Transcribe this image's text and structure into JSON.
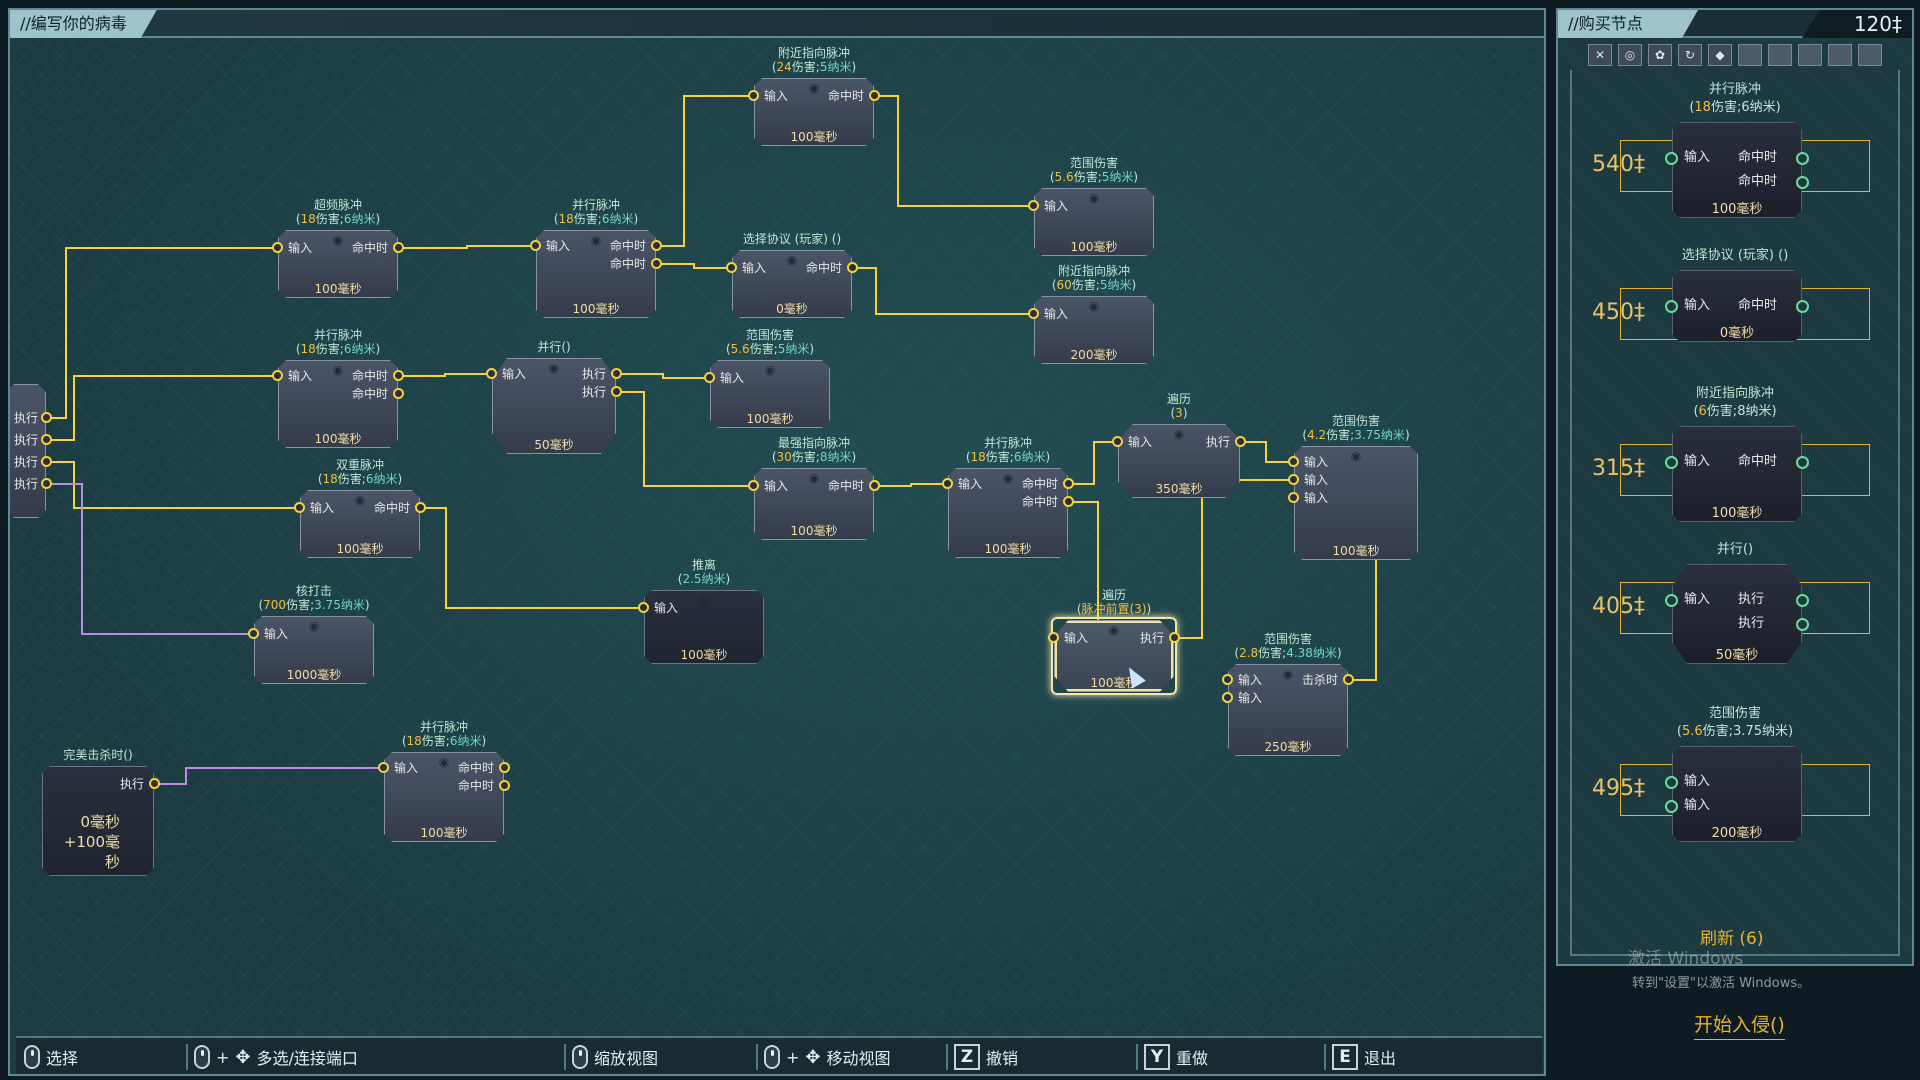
{
  "editor": {
    "title": "//编写你的病毒",
    "nodes": [
      {
        "id": "n1",
        "title1": "附近指向脉冲",
        "title2": [
          "(",
          "24",
          "伤害;",
          "5纳米",
          ")"
        ],
        "ports_left": [
          "输入"
        ],
        "ports_right": [
          "命中时"
        ],
        "timer": "100毫秒"
      },
      {
        "id": "n2",
        "title1": "范围伤害",
        "title2": [
          "(",
          "5.6",
          "伤害;",
          "5纳米",
          ")"
        ],
        "ports_left": [
          "输入"
        ],
        "ports_right": [],
        "timer": "100毫秒"
      },
      {
        "id": "n3",
        "title1": "超频脉冲",
        "title2": [
          "(",
          "18",
          "伤害;",
          "6纳米",
          ")"
        ],
        "ports_left": [
          "输入"
        ],
        "ports_right": [
          "命中时"
        ],
        "timer": "100毫秒"
      },
      {
        "id": "n4",
        "title1": "并行脉冲",
        "title2": [
          "(",
          "18",
          "伤害;",
          "6纳米",
          ")"
        ],
        "ports_left": [
          "输入"
        ],
        "ports_right": [
          "命中时",
          "命中时"
        ],
        "timer": "100毫秒"
      },
      {
        "id": "n5",
        "title1": "选择协议 (玩家) ()",
        "title2": null,
        "ports_left": [
          "输入"
        ],
        "ports_right": [
          "命中时"
        ],
        "timer": "0毫秒"
      },
      {
        "id": "n6",
        "title1": "附近指向脉冲",
        "title2": [
          "(",
          "60",
          "伤害;",
          "5纳米",
          ")"
        ],
        "ports_left": [
          "输入"
        ],
        "ports_right": [],
        "timer": "200毫秒"
      },
      {
        "id": "n7",
        "title1": "并行脉冲",
        "title2": [
          "(",
          "18",
          "伤害;",
          "6纳米",
          ")"
        ],
        "ports_left": [
          "输入"
        ],
        "ports_right": [
          "命中时",
          "命中时"
        ],
        "timer": "100毫秒"
      },
      {
        "id": "n8",
        "title1": "并行()",
        "title2": null,
        "ports_left": [
          "输入"
        ],
        "ports_right": [
          "执行",
          "执行"
        ],
        "timer": "50毫秒"
      },
      {
        "id": "n9",
        "title1": "范围伤害",
        "title2": [
          "(",
          "5.6",
          "伤害;",
          "5纳米",
          ")"
        ],
        "ports_left": [
          "输入"
        ],
        "ports_right": [],
        "timer": "100毫秒"
      },
      {
        "id": "n10",
        "title1": "双重脉冲",
        "title2": [
          "(",
          "18",
          "伤害;",
          "6纳米",
          ")"
        ],
        "ports_left": [
          "输入"
        ],
        "ports_right": [
          "命中时"
        ],
        "timer": "100毫秒"
      },
      {
        "id": "n11",
        "title1": "最强指向脉冲",
        "title2": [
          "(",
          "30",
          "伤害;",
          "8纳米",
          ")"
        ],
        "ports_left": [
          "输入"
        ],
        "ports_right": [
          "命中时"
        ],
        "timer": "100毫秒"
      },
      {
        "id": "n12",
        "title1": "并行脉冲",
        "title2": [
          "(",
          "18",
          "伤害;",
          "6纳米",
          ")"
        ],
        "ports_left": [
          "输入"
        ],
        "ports_right": [
          "命中时",
          "命中时"
        ],
        "timer": "100毫秒"
      },
      {
        "id": "n13",
        "title1": "遍历",
        "title2": [
          "(",
          "3",
          ")"
        ],
        "ports_left": [
          "输入"
        ],
        "ports_right": [
          "执行"
        ],
        "timer": "350毫秒"
      },
      {
        "id": "n14",
        "title1": "范围伤害",
        "title2": [
          "(",
          "4.2",
          "伤害;",
          "3.75纳米",
          ")"
        ],
        "ports_left": [
          "输入",
          "输入",
          "输入"
        ],
        "ports_right": [],
        "timer": "100毫秒"
      },
      {
        "id": "n15",
        "title1": "推离",
        "title2": [
          "(",
          "",
          "",
          "2.5纳米",
          ")"
        ],
        "ports_left": [
          "输入"
        ],
        "ports_right": [],
        "timer": "100毫秒"
      },
      {
        "id": "n16",
        "title1": "核打击",
        "title2": [
          "(",
          "700",
          "伤害;",
          "3.75纳米",
          ")"
        ],
        "ports_left": [
          "输入"
        ],
        "ports_right": [],
        "timer": "1000毫秒"
      },
      {
        "id": "n17",
        "title1": "遍历",
        "title2": [
          "(",
          "脉冲前置(3)",
          ")"
        ],
        "ports_left": [
          "输入"
        ],
        "ports_right": [
          "执行"
        ],
        "timer": "100毫秒"
      },
      {
        "id": "n18",
        "title1": "范围伤害",
        "title2": [
          "(",
          "2.8",
          "伤害;",
          "4.38纳米",
          ")"
        ],
        "ports_left": [
          "输入",
          "输入"
        ],
        "ports_right": [
          "击杀时"
        ],
        "timer": "250毫秒"
      },
      {
        "id": "n19",
        "title1": "完美击杀时()",
        "title2": null,
        "ports_left": [],
        "ports_right": [
          "执行"
        ],
        "timer": ""
      },
      {
        "id": "n20",
        "title1": "并行脉冲",
        "title2": [
          "(",
          "18",
          "伤害;",
          "6纳米",
          ")"
        ],
        "ports_left": [
          "输入"
        ],
        "ports_right": [
          "命中时",
          "命中时"
        ],
        "timer": "100毫秒"
      }
    ],
    "start_node": {
      "labels": [
        "执行",
        "执行",
        "执行",
        "执行"
      ]
    },
    "perfect_kill": {
      "line1": "0毫秒",
      "line2": "+100毫秒"
    }
  },
  "shop": {
    "title": "//购买节点",
    "money": "120‡",
    "filter_icons": [
      "bug-icon",
      "target-icon",
      "cluster-icon",
      "cycle-icon",
      "fish-icon",
      "",
      "",
      "",
      "",
      ""
    ],
    "items": [
      {
        "name": "并行脉冲",
        "sub": [
          "(",
          "18",
          "伤害;",
          "6纳米",
          ")"
        ],
        "price": "540‡",
        "ports_left": [
          "输入"
        ],
        "ports_right": [
          "命中时",
          "命中时"
        ],
        "timer": "100毫秒"
      },
      {
        "name": "选择协议 (玩家) ()",
        "sub": null,
        "price": "450‡",
        "ports_left": [
          "输入"
        ],
        "ports_right": [
          "命中时"
        ],
        "timer": "0毫秒"
      },
      {
        "name": "附近指向脉冲",
        "sub": [
          "(",
          "6",
          "伤害;",
          "8纳米",
          ")"
        ],
        "price": "315‡",
        "ports_left": [
          "输入"
        ],
        "ports_right": [
          "命中时"
        ],
        "timer": "100毫秒"
      },
      {
        "name": "并行()",
        "sub": null,
        "price": "405‡",
        "ports_left": [
          "输入"
        ],
        "ports_right": [
          "执行",
          "执行"
        ],
        "timer": "50毫秒"
      },
      {
        "name": "范围伤害",
        "sub": [
          "(",
          "5.6",
          "伤害;",
          "3.75纳米",
          ")"
        ],
        "price": "495‡",
        "ports_left": [
          "输入",
          "输入"
        ],
        "ports_right": [],
        "timer": "200毫秒"
      }
    ],
    "refresh": "刷新 (6)",
    "start": "开始入侵()"
  },
  "watermark": {
    "line1": "激活 Windows",
    "line2": "转到\"设置\"以激活 Windows。"
  },
  "helpbar": [
    {
      "icon": "left-mouse-icon",
      "label": "选择"
    },
    {
      "icon": "right-mouse-drag-icon",
      "label": "多选/连接端口"
    },
    {
      "icon": "scroll-wheel-icon",
      "label": "缩放视图"
    },
    {
      "icon": "middle-mouse-drag-icon",
      "label": "移动视图"
    },
    {
      "key": "Z",
      "label": "撤销"
    },
    {
      "key": "Y",
      "label": "重做"
    },
    {
      "key": "E",
      "label": "退出"
    }
  ],
  "colors": {
    "wire_yellow": "#f5d23a",
    "wire_purple": "#b78fe0",
    "port_off": "#6bdc9c",
    "accent_orange": "#e8b030"
  }
}
